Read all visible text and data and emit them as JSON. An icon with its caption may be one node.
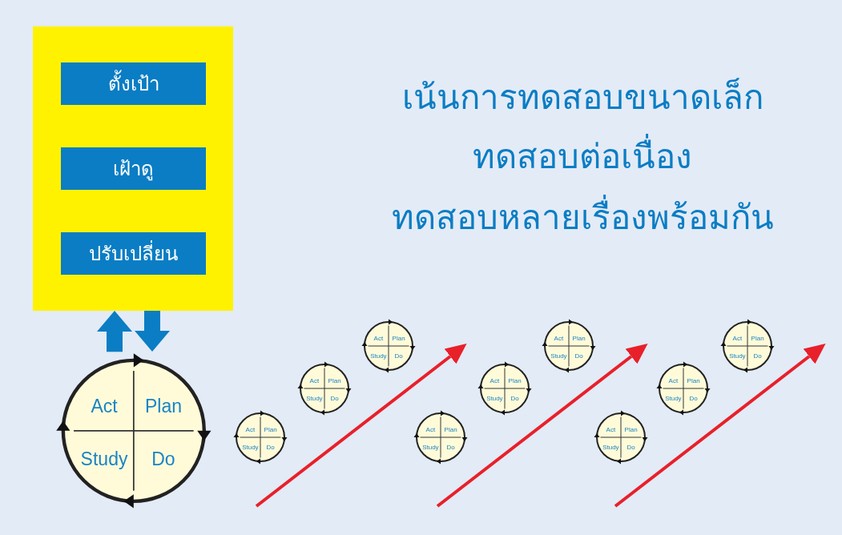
{
  "diagram": {
    "nodes": [
      {
        "text": [],
        "shape": "box"
      },
      {
        "text": [
          "ตั้งเป้า"
        ],
        "in": 0
      },
      {
        "text": [
          "เฝ้าดู"
        ],
        "in": 0
      },
      {
        "text": [
          "ปรับเปลี่ยน"
        ],
        "in": 0
      },
      {
        "text": [
          "Act",
          "Plan",
          "Study",
          "Do"
        ]
      },
      {
        "text": [
          "Act",
          "Plan",
          "Study",
          "Do"
        ]
      },
      {
        "text": [
          "Act",
          "Plan",
          "Study",
          "Do"
        ]
      },
      {
        "text": [
          "Act",
          "Plan",
          "Study",
          "Do"
        ]
      },
      {
        "text": [
          "Act",
          "Plan",
          "Study",
          "Do"
        ]
      },
      {
        "text": [
          "Act",
          "Plan",
          "Study",
          "Do"
        ]
      },
      {
        "text": [
          "Act",
          "Plan",
          "Study",
          "Do"
        ]
      },
      {
        "text": [
          "Act",
          "Plan",
          "Study",
          "Do"
        ]
      },
      {
        "text": [
          "Act",
          "Plan",
          "Study",
          "Do"
        ]
      },
      {
        "text": [
          "Act",
          "Plan",
          "Study",
          "Do"
        ]
      }
    ],
    "edges": [
      {
        "from": 4,
        "to": 0,
        "arrow": "to"
      },
      {
        "from": 0,
        "to": 4,
        "arrow": "to"
      }
    ],
    "labels": [
      "เน้นการทดสอบขนาดเล็ก",
      "ทดสอบต่อเนื่อง",
      "ทดสอบหลายเรื่องพร้อมกัน"
    ]
  }
}
